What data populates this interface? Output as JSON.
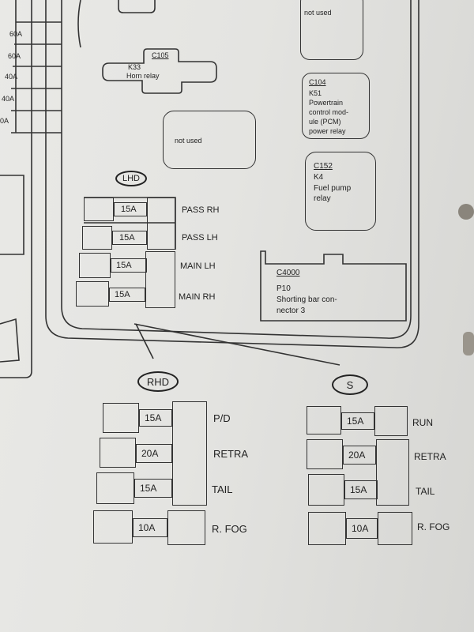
{
  "left_strip": {
    "ratings": [
      "60A",
      "60A",
      "40A",
      "40A",
      "0A"
    ]
  },
  "relays": {
    "c105": {
      "connector": "C105",
      "id": "K33",
      "name": "Horn relay"
    },
    "top_not_used": "not used",
    "mid_not_used": "not used",
    "c104": {
      "connector": "C104",
      "id": "K51",
      "name_lines": [
        "Powertrain",
        "control mod-",
        "ule (PCM)",
        "power relay"
      ]
    },
    "c152": {
      "connector": "C152",
      "id": "K4",
      "name_lines": [
        "Fuel pump",
        "relay"
      ]
    },
    "c4000": {
      "connector": "C4000",
      "id": "P10",
      "name_lines": [
        "Shorting bar con-",
        "nector 3"
      ]
    }
  },
  "lhd": {
    "badge": "LHD",
    "rows": [
      {
        "rating": "15A",
        "label": "PASS RH"
      },
      {
        "rating": "15A",
        "label": "PASS LH"
      },
      {
        "rating": "15A",
        "label": "MAIN  LH"
      },
      {
        "rating": "15A",
        "label": "MAIN  RH"
      }
    ]
  },
  "rhd": {
    "badge": "RHD",
    "rows": [
      {
        "rating": "15A",
        "label": "P/D"
      },
      {
        "rating": "20A",
        "label": "RETRA"
      },
      {
        "rating": "15A",
        "label": "TAIL"
      },
      {
        "rating": "10A",
        "label": "R. FOG"
      }
    ]
  },
  "s": {
    "badge": "S",
    "rows": [
      {
        "rating": "15A",
        "label": "RUN"
      },
      {
        "rating": "20A",
        "label": "RETRA"
      },
      {
        "rating": "15A",
        "label": "TAIL"
      },
      {
        "rating": "10A",
        "label": "R. FOG"
      }
    ]
  }
}
